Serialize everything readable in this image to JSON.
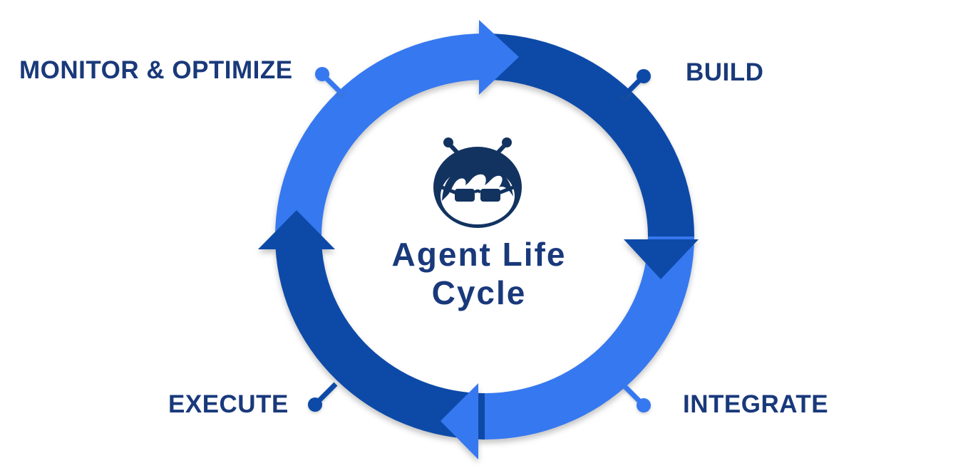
{
  "diagram": {
    "title_line1": "Agent Life",
    "title_line2": "Cycle",
    "flow_direction": "clockwise",
    "center_icon": "agent-bot-face"
  },
  "stages": [
    {
      "label": "MONITOR & OPTIMIZE",
      "position": "top-left",
      "accent": "light-blue"
    },
    {
      "label": "BUILD",
      "position": "top-right",
      "accent": "dark-blue"
    },
    {
      "label": "INTEGRATE",
      "position": "bottom-right",
      "accent": "light-blue"
    },
    {
      "label": "EXECUTE",
      "position": "bottom-left",
      "accent": "dark-blue"
    }
  ],
  "colors": {
    "light_blue": "#3678F0",
    "dark_blue": "#0D4AA8",
    "text_navy": "#19397B",
    "icon_navy": "#123360",
    "background": "#FFFFFF"
  }
}
